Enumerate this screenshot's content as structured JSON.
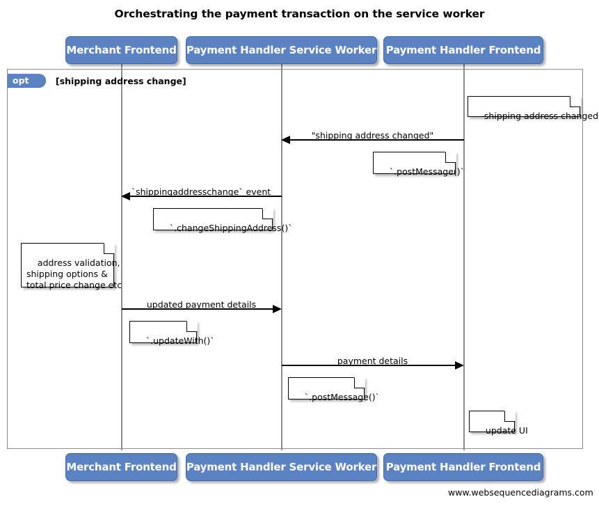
{
  "diagram": {
    "title": "Orchestrating the payment transaction on the service worker",
    "footer": "www.websequencediagrams.com",
    "colors": {
      "participant_fill": "#5B82C2",
      "participant_border": "#3D6BA8",
      "participant_text": "#FFFFFF",
      "frame_border": "#8C8C8C",
      "lifeline": "#8C8C8C",
      "note_fill": "#FFFFFF",
      "note_border": "#000000",
      "arrow": "#000000",
      "background": "#FFFFFF"
    }
  },
  "participants": [
    {
      "id": "merchant-frontend",
      "label": "Merchant Frontend"
    },
    {
      "id": "payment-handler-service-worker",
      "label": "Payment Handler Service Worker"
    },
    {
      "id": "payment-handler-frontend",
      "label": "Payment Handler Frontend"
    }
  ],
  "fragment": {
    "type_label": "opt",
    "guard": "[shipping address change]"
  },
  "messages": [
    {
      "id": "shipping-address-changed",
      "label": "\"shipping address changed\"",
      "from": "payment-handler-frontend",
      "to": "payment-handler-service-worker",
      "direction": "left"
    },
    {
      "id": "shippingaddresschange-event",
      "label": "`shippingaddresschange` event",
      "from": "payment-handler-service-worker",
      "to": "merchant-frontend",
      "direction": "left"
    },
    {
      "id": "updated-payment-details",
      "label": "updated payment details",
      "from": "merchant-frontend",
      "to": "payment-handler-service-worker",
      "direction": "right"
    },
    {
      "id": "payment-details",
      "label": "payment details",
      "from": "payment-handler-service-worker",
      "to": "payment-handler-frontend",
      "direction": "right"
    }
  ],
  "notes": [
    {
      "id": "note-shipping-address-changed",
      "text": "shipping address changed"
    },
    {
      "id": "note-post-message-1",
      "text": "`.postMessage()`"
    },
    {
      "id": "note-change-shipping-address",
      "text": "`.changeShippingAddress()`"
    },
    {
      "id": "note-address-validation",
      "text": "address validation,\nshipping options &\ntotal price change etc"
    },
    {
      "id": "note-update-with",
      "text": "`.updateWith()`"
    },
    {
      "id": "note-post-message-2",
      "text": "`.postMessage()`"
    },
    {
      "id": "note-update-ui",
      "text": "update UI"
    }
  ]
}
